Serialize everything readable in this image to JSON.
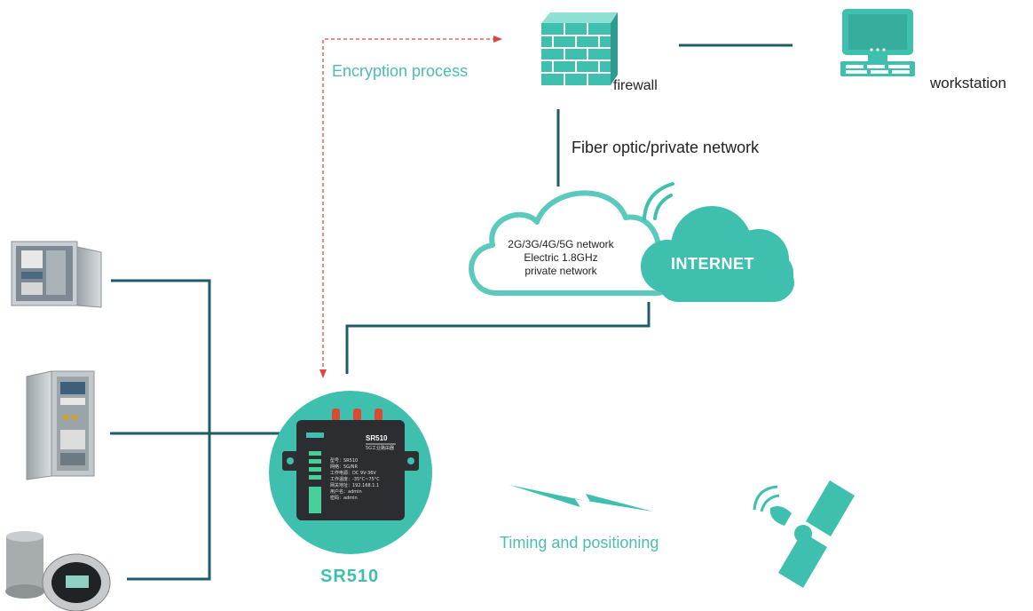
{
  "labels": {
    "encryption": "Encryption process",
    "firewall": "firewall",
    "workstation": "workstation",
    "fiber": "Fiber optic/private network",
    "cloud_left": [
      "2G/3G/4G/5G network",
      "Electric 1.8GHz",
      "private network"
    ],
    "internet": "INTERNET",
    "timing": "Timing and positioning",
    "device": "SR510"
  },
  "device_panel": {
    "model": "SR510",
    "subtitle": "5G工业路由器",
    "specs": [
      "型号：SR510",
      "网络：5G/NR",
      "工作电源：DC 9V-36V",
      "工作温度：-35°C~75°C",
      "网关地址：192.168.1.1",
      "用户名：admin",
      "密码：admin"
    ]
  },
  "colors": {
    "teal": "#3fbfad",
    "teal_text": "#4cbcb0",
    "line": "#1d5c6a",
    "red_dash": "#e0463c",
    "cloud_outline": "#5cc9bd",
    "dark_text": "#222222"
  }
}
